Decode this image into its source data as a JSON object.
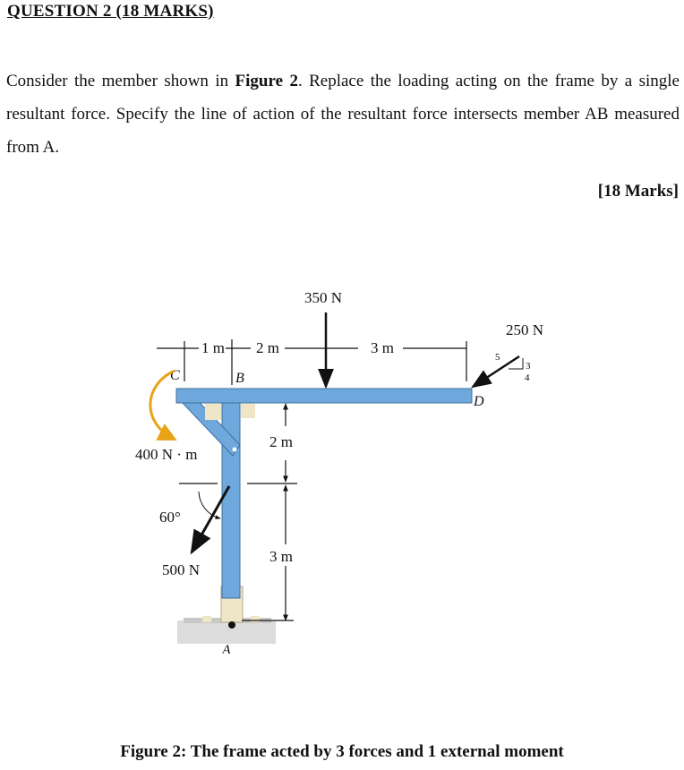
{
  "question": {
    "heading": "QUESTION 2 (18 MARKS)",
    "text_1": "Consider the member shown in ",
    "text_bold": "Figure 2",
    "text_2": ". Replace the loading acting on the frame by a single resultant force. Specify the line of action of the resultant force intersects member AB measured from A.",
    "marks": "[18 Marks]"
  },
  "figure": {
    "caption": "Figure 2: The frame acted by 3 forces and 1 external moment",
    "point_labels": {
      "a": "A",
      "b": "B",
      "c": "C",
      "d": "D"
    },
    "dimensions": {
      "dim_1m": "1 m",
      "dim_2m_top": "2 m",
      "dim_3m_top": "3 m",
      "dim_2m_side": "2 m",
      "dim_3m_side": "3 m"
    },
    "loads": {
      "force_350": "350 N",
      "force_250": "250 N",
      "force_500": "500 N",
      "moment": "400 N · m",
      "angle_500": "60°",
      "slope_5": "5",
      "slope_3": "3",
      "slope_4": "4"
    },
    "colors": {
      "member": "#6fa8dc",
      "member_edge": "#3d6f9e",
      "moment_arrow": "#e8a317",
      "force_arrow": "#111111"
    }
  }
}
